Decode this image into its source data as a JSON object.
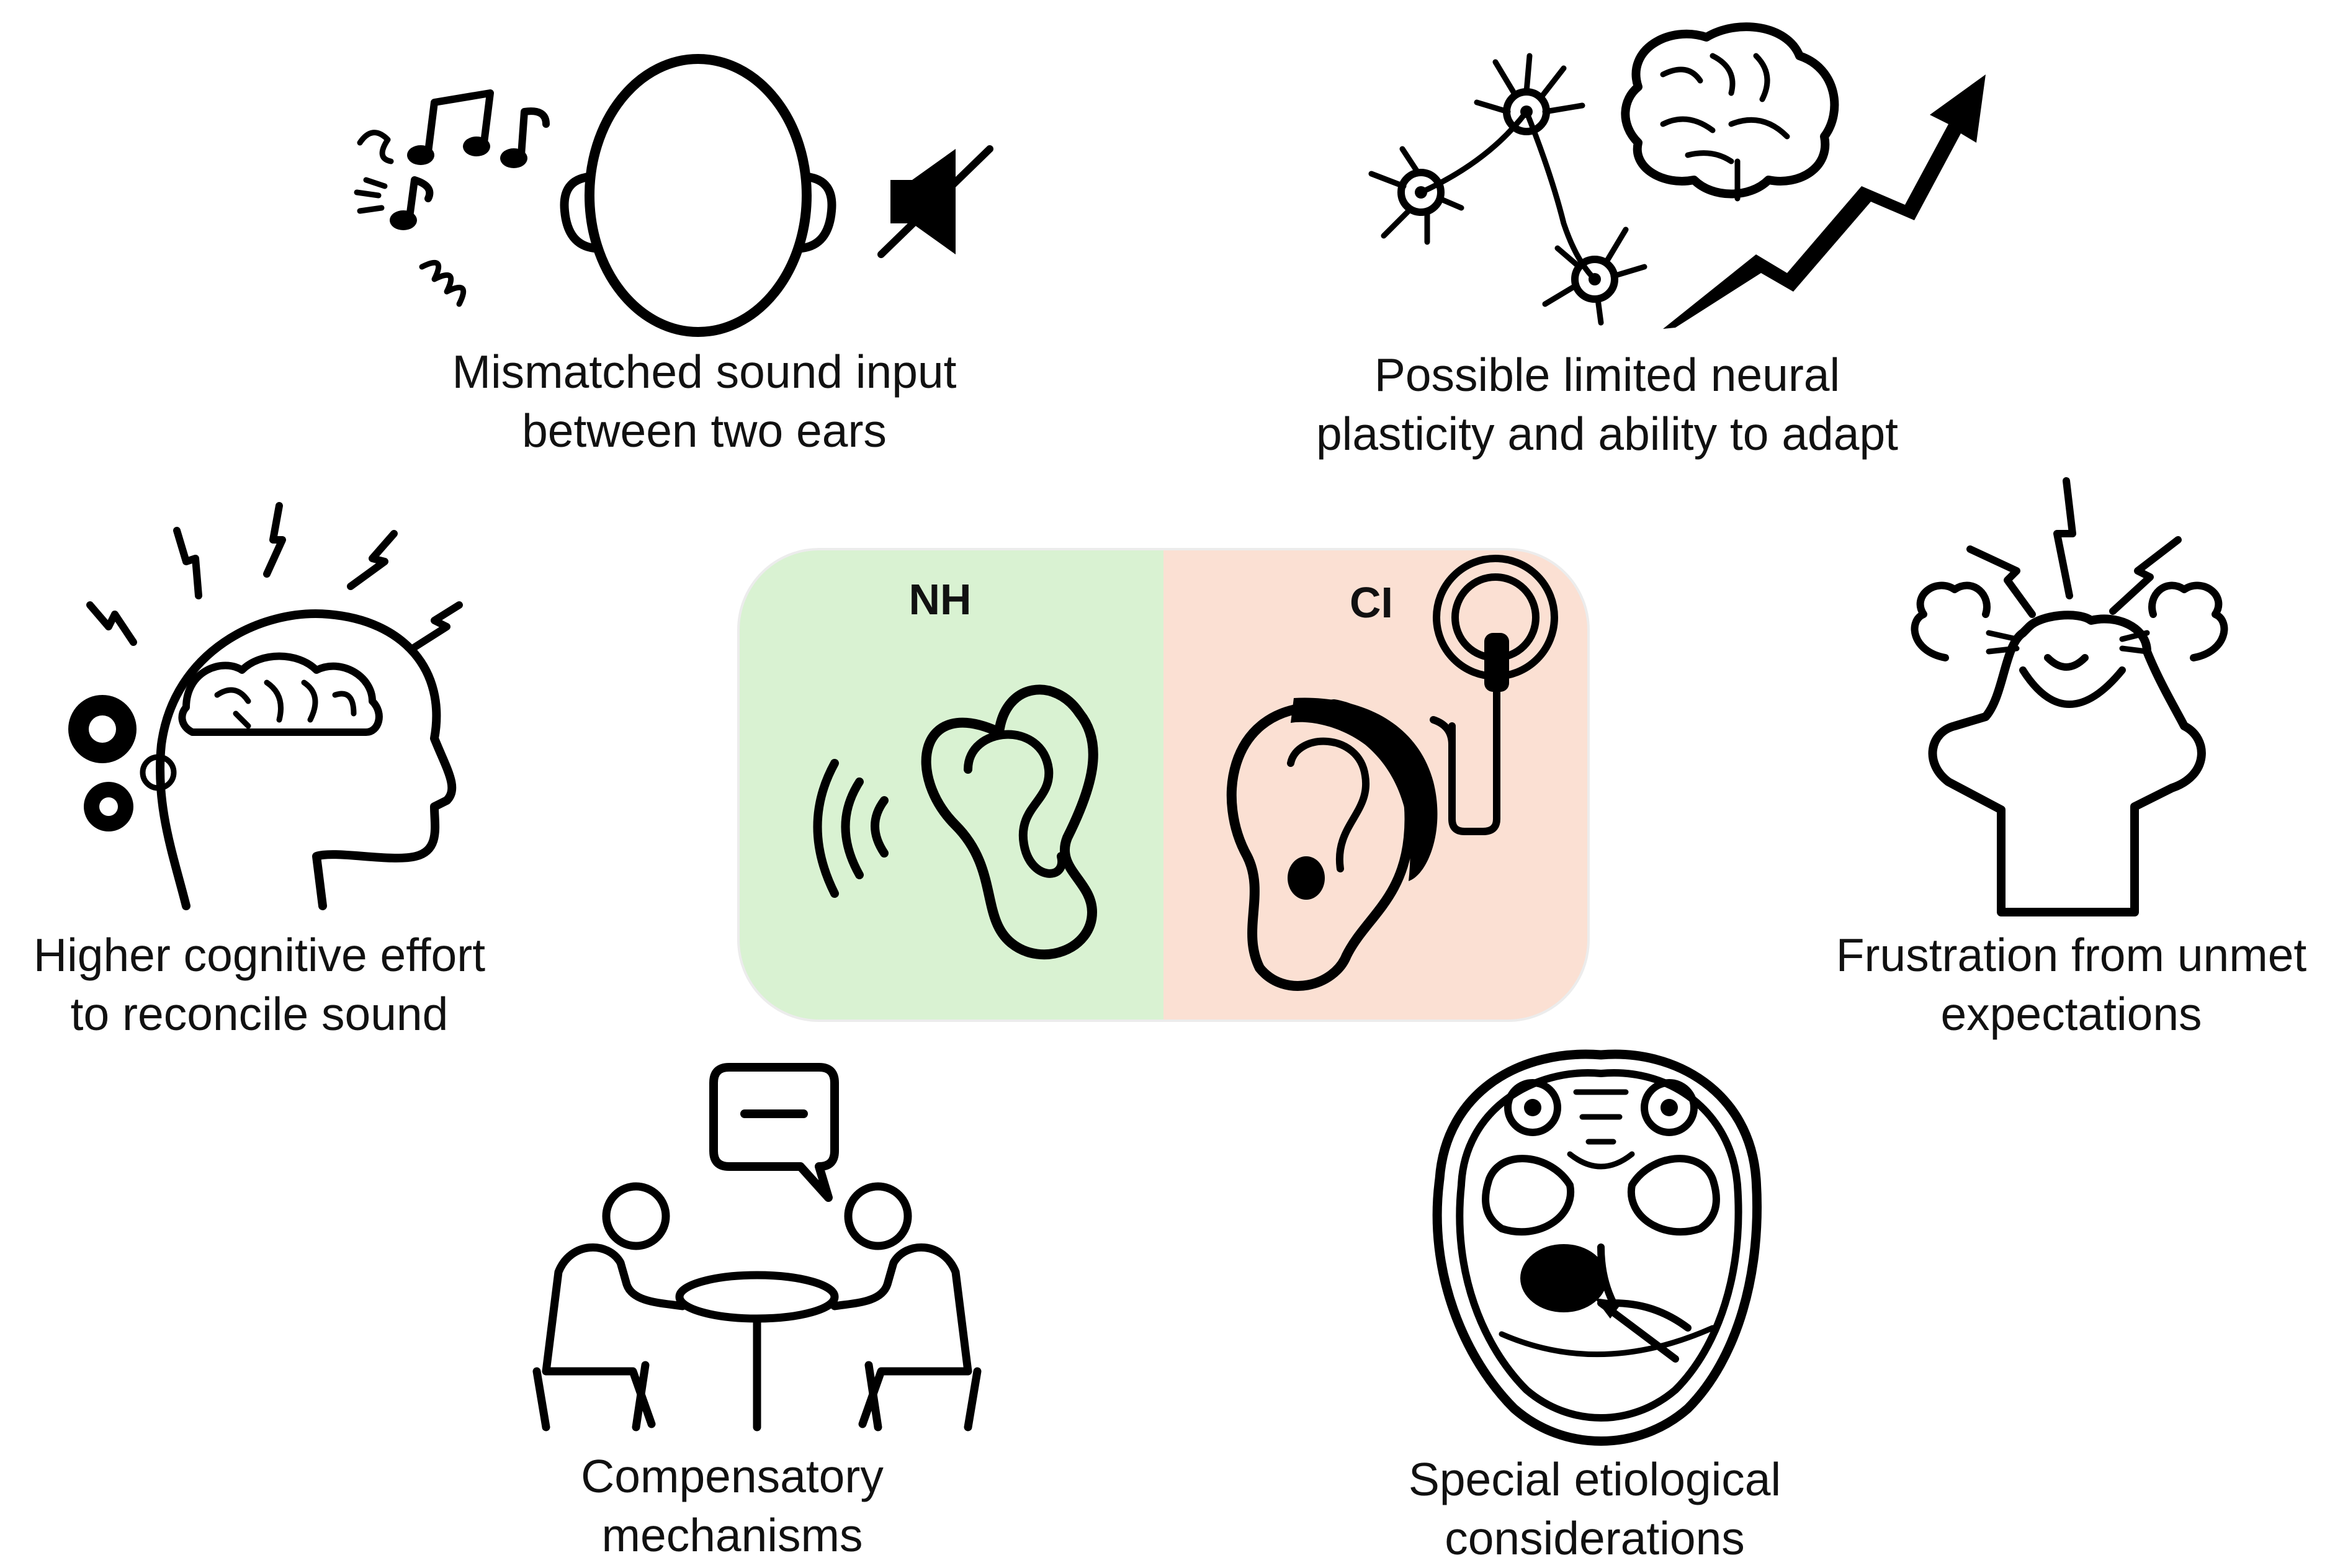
{
  "labels": {
    "mismatched_line1": "Mismatched sound input",
    "mismatched_line2": "between two ears",
    "plasticity_line1": "Possible limited neural",
    "plasticity_line2": "plasticity and ability to adapt",
    "cognitive_line1": "Higher cognitive effort",
    "cognitive_line2": "to reconcile sound",
    "frustration_line1": "Frustration from unmet",
    "frustration_line2": "expectations",
    "compensatory_line1": "Compensatory",
    "compensatory_line2": "mechanisms",
    "etiological_line1": "Special etiological",
    "etiological_line2": "considerations"
  },
  "center_panel": {
    "left_label": "NH",
    "right_label": "CI",
    "left_color": "#d9f2d2",
    "right_color": "#fbe0d3"
  },
  "icons": {
    "mismatch": "head-with-music-and-muted-speaker-icon",
    "plasticity": "neurons-brain-and-rising-arrow-icon",
    "cognitive": "head-with-brain-and-gears-icon",
    "frustration": "frustrated-person-icon",
    "compensatory": "two-people-conversation-icon",
    "etiology": "brain-scan-cross-section-icon",
    "nh": "normal-hearing-ear-icon",
    "ci": "cochlear-implant-ear-icon"
  }
}
